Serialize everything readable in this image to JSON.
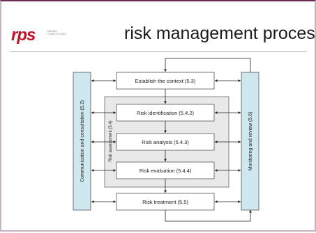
{
  "logo": {
    "mark": "rps",
    "tagline": "MAKING COMPLEX EASY"
  },
  "title": "risk management process",
  "diagram": {
    "communication_label": "Communication and consultation (5.2)",
    "monitoring_label": "Monitoring and review (5.6)",
    "assessment_label": "Risk assessment (5.4)",
    "steps": {
      "context": "Establish the context (5.3)",
      "identification": "Risk identification (5.4.2)",
      "analysis": "Risk analysis (5.4.3)",
      "evaluation": "Risk evaluation (5.4.4)",
      "treatment": "Risk treatment (5.5)"
    }
  },
  "colors": {
    "side_panel_fill": "#cfe7ef",
    "assessment_fill": "#e9e9e9",
    "accent": "#6a2b55",
    "logo": "#c0142a"
  }
}
